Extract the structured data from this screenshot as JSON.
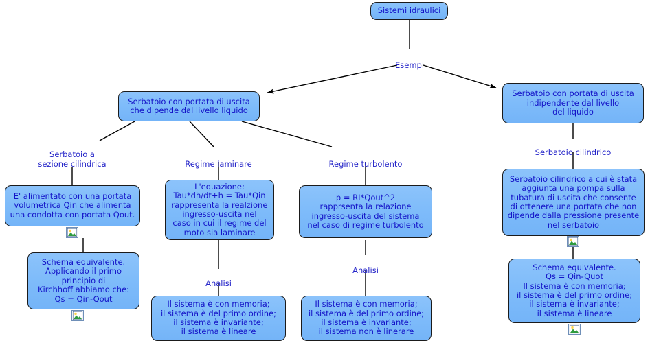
{
  "title": "Sistemi idraulici",
  "colors": {
    "node_fill": "#83bffb",
    "node_border": "#1b1b1b",
    "node_text": "#1414c8",
    "link_label_text": "#2323c8",
    "edge": "#000000",
    "background": "#ffffff"
  },
  "nodes": {
    "root": "Sistemi idraulici",
    "dipende": "Serbatoio con portata di uscita\nche dipende dal livello liquido",
    "indipendente": "Serbatoio con portata di uscita\nindipendente dal livello\ndel liquido",
    "alimentato": "E' alimentato con una portata\nvolumetrica Qin che alimenta\nuna condotta con portata Qout.",
    "schema_kirchhoff": "Schema equivalente.\nApplicando il primo\nprincipio di\nKirchhoff abbiamo che:\nQs = Qin-Qout",
    "equazione_laminare": "L'equazione:\nTau*dh/dt+h = Tau*Qin\nrappresenta la realzione\ningresso-uscita nel\ncaso in cui il regime del\nmoto sia laminare",
    "equazione_turbolento": "p = RI*Qout^2\nrapprsenta la relazione\ningresso-uscita del sistema\nnel caso di regime turbolento",
    "analisi_laminare": "Il sistema è con memoria;\nil sistema è del primo ordine;\nil sistema è invariante;\nil sistema è lineare",
    "analisi_turbolento": "Il sistema è con memoria;\nil sistema è del primo ordine;\nil sistema è invariante;\nil sistema non è linerare",
    "pompa": "Serbatoio cilindrico a cui è stata\naggiunta una pompa sulla\ntubatura di uscita che consente\ndi ottenere una portata che non\ndipende dalla pressione presente\nnel serbatoio",
    "schema_pompa": "Schema equivalente.\nQs = Qin-Quot\nIl sistema è con memoria;\nil sistema è del primo ordine;\nil sistema è invariante;\nil sistema è lineare"
  },
  "link_labels": {
    "esempi": "Esempi",
    "sezione_cilindrica": "Serbatoio a\nsezione cilindrica",
    "regime_laminare": "Regime laminare",
    "regime_turbolento": "Regime turbolento",
    "serbatoio_cilindrico": "Serbatoio cilindrico",
    "analisi_laminare": "Analisi",
    "analisi_turbolento": "Analisi"
  },
  "icons": {
    "picture": "picture-icon"
  }
}
